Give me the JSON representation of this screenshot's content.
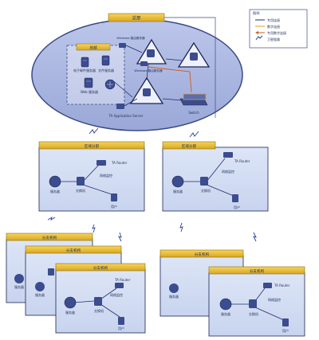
{
  "hq": {
    "title": "总部",
    "office_title": "总部",
    "nodes": {
      "email_server": "电子邮件服务器",
      "file_server": "文件服务器",
      "web_server": "Web 服务器",
      "router_top": "Windows 路由服务器",
      "router_mid": "Windows 路由服务器",
      "ta_app_server": "TA Application Server",
      "switch": "Switch"
    }
  },
  "legend": {
    "title": "图例",
    "items": [
      {
        "label": "专用连接",
        "color": "#222a66"
      },
      {
        "label": "数字连接",
        "color": "#e0a21a"
      },
      {
        "label": "专用数字连接",
        "color": "#c8601a"
      },
      {
        "label": "卫星链路",
        "color": "#2b3b9a"
      }
    ]
  },
  "regional_offices": [
    {
      "title": "区域分部",
      "nodes": {
        "server": "服务器",
        "switch": "交换机",
        "router": "TA Router",
        "monitor": "网络监控",
        "user": "用户"
      }
    },
    {
      "title": "区域分部",
      "nodes": {
        "server": "服务器",
        "switch": "交换机",
        "router": "TA Router",
        "monitor": "网络监控",
        "user": "用户"
      }
    }
  ],
  "branch_left": {
    "back_title": "分支机构",
    "mid_title": "分支机构",
    "front_title": "分支机构",
    "nodes": {
      "server_back": "服务器",
      "server_mid": "服务器",
      "server": "服务器",
      "switch": "交换机",
      "router": "TA Router",
      "monitor": "网络监控",
      "user": "用户"
    }
  },
  "branch_right": {
    "back_title": "分支机构",
    "front_title": "分支机构",
    "nodes": {
      "server_back": "服务器",
      "server": "服务器",
      "switch": "交换机",
      "router": "TA Router",
      "monitor": "网络监控",
      "user": "用户"
    }
  }
}
